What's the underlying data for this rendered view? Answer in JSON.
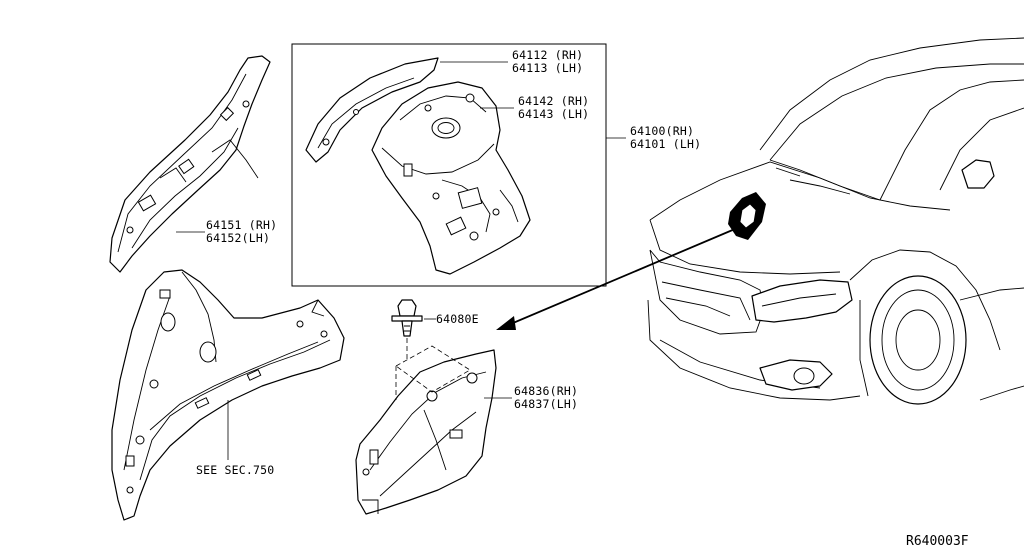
{
  "labels": {
    "p64112": "64112 (RH)",
    "p64113": "64113 (LH)",
    "p64142": "64142 (RH)",
    "p64143": "64143 (LH)",
    "p64100": "64100(RH)",
    "p64101": "64101 (LH)",
    "p64151": "64151 (RH)",
    "p64152": "64152(LH)",
    "p64080": "64080E",
    "p64836": "64836(RH)",
    "p64837": "64837(LH)",
    "see_sec": "SEE SEC.750"
  },
  "reference_code": "R640003F"
}
